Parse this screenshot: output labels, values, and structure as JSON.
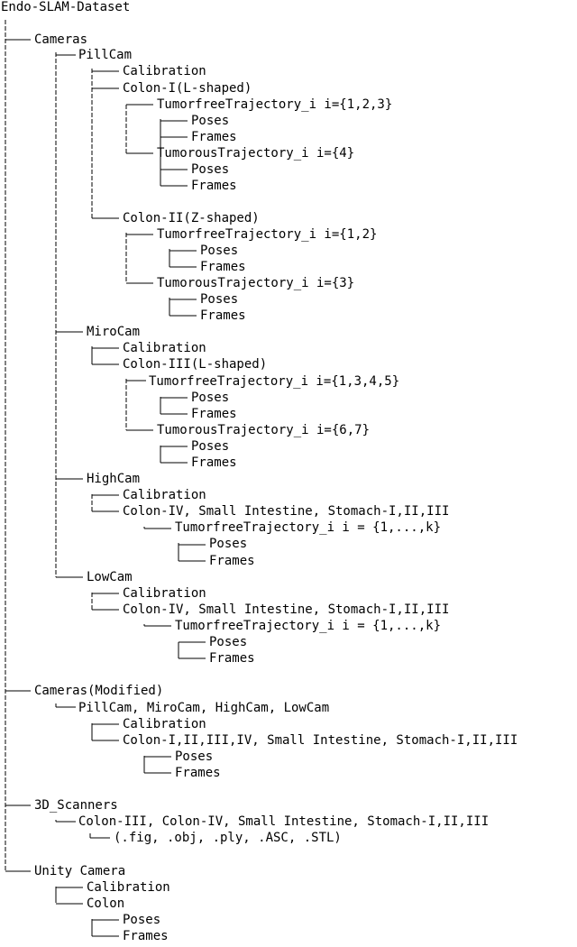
{
  "tree": {
    "root": "Endo-SLAM-Dataset",
    "cameras": {
      "label": "Cameras",
      "pillcam": {
        "label": "PillCam",
        "calibration": "Calibration",
        "colon1": {
          "label": "Colon-I(L-shaped)",
          "tumorfree": {
            "label": "TumorfreeTrajectory_i i={1,2,3}",
            "poses": "Poses",
            "frames": "Frames"
          },
          "tumorous": {
            "label": "TumorousTrajectory_i i={4}",
            "poses": "Poses",
            "frames": "Frames"
          }
        },
        "colon2": {
          "label": "Colon-II(Z-shaped)",
          "tumorfree": {
            "label": "TumorfreeTrajectory_i i={1,2}",
            "poses": "Poses",
            "frames": "Frames"
          },
          "tumorous": {
            "label": "TumorousTrajectory_i i={3}",
            "poses": "Poses",
            "frames": "Frames"
          }
        }
      },
      "mirocam": {
        "label": "MiroCam",
        "calibration": "Calibration",
        "colon3": {
          "label": "Colon-III(L-shaped)",
          "tumorfree": {
            "label": "TumorfreeTrajectory_i i={1,3,4,5}",
            "poses": "Poses",
            "frames": "Frames"
          },
          "tumorous": {
            "label": "TumorousTrajectory_i i={6,7}",
            "poses": "Poses",
            "frames": "Frames"
          }
        }
      },
      "highcam": {
        "label": "HighCam",
        "calibration": "Calibration",
        "colon": {
          "label": "Colon-IV, Small Intestine, Stomach-I,II,III",
          "tumorfree": {
            "label": "TumorfreeTrajectory_i i = {1,...,k}",
            "poses": "Poses",
            "frames": "Frames"
          }
        }
      },
      "lowcam": {
        "label": "LowCam",
        "calibration": "Calibration",
        "colon": {
          "label": "Colon-IV, Small Intestine, Stomach-I,II,III",
          "tumorfree": {
            "label": "TumorfreeTrajectory_i i = {1,...,k}",
            "poses": "Poses",
            "frames": "Frames"
          }
        }
      }
    },
    "modified": {
      "label": "Cameras(Modified)",
      "all_cams": {
        "label": "PillCam, MiroCam, HighCam, LowCam",
        "calibration": "Calibration",
        "colon": {
          "label": "Colon-I,II,III,IV, Small Intestine, Stomach-I,II,III",
          "poses": "Poses",
          "frames": "Frames"
        }
      }
    },
    "scanners": {
      "label": "3D_Scanners",
      "organs": {
        "label": "Colon-III, Colon-IV, Small Intestine, Stomach-I,II,III",
        "formats": "(.fig, .obj, .ply, .ASC, .STL)"
      }
    },
    "unity": {
      "label": "Unity Camera",
      "calibration": "Calibration",
      "colon": {
        "label": "Colon",
        "poses": "Poses",
        "frames": "Frames"
      }
    }
  }
}
